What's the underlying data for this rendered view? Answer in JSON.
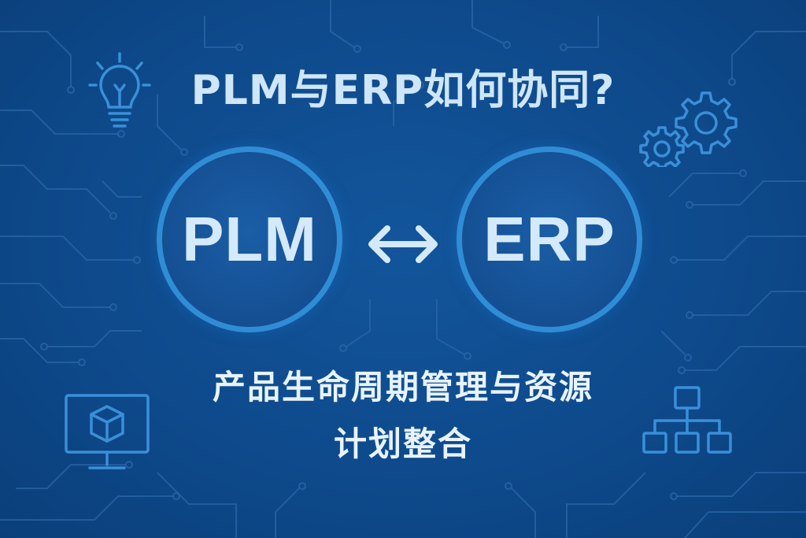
{
  "title": "PLM与ERP如何协同?",
  "left_circle": {
    "label": "PLM"
  },
  "right_circle": {
    "label": "ERP"
  },
  "subtitle": {
    "line1": "产品生命周期管理与资源",
    "line2": "计划整合"
  },
  "colors": {
    "background": "#0e4a8c",
    "circle_border": "#2f8dd6",
    "circle_fill": "#154f93",
    "icon_stroke": "#3a8fd8",
    "title_text": "#cfe6f8",
    "subtitle_text": "#e8f3fc",
    "circuit_lines": "#2a66a8"
  },
  "icons": [
    "lightbulb-icon",
    "gears-icon",
    "monitor-cube-icon",
    "org-chart-icon",
    "bidirectional-arrow-icon"
  ]
}
